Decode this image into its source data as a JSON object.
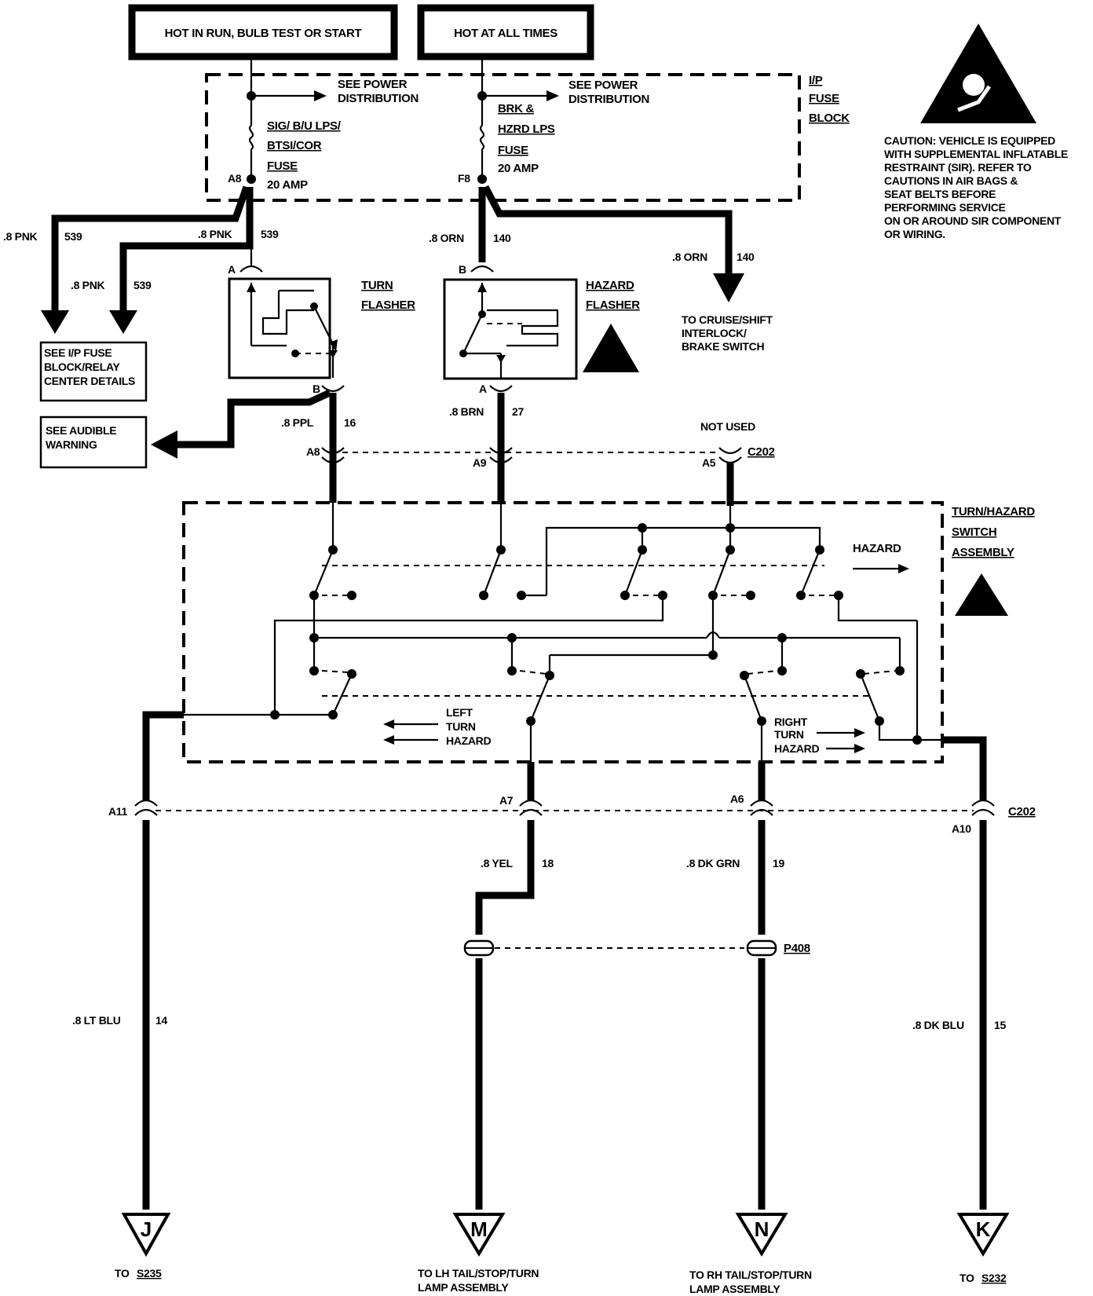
{
  "power": {
    "run_label": "HOT IN RUN, BULB TEST OR START",
    "all_times_label": "HOT AT ALL TIMES"
  },
  "fuse_block": {
    "title_1": "I/P",
    "title_2": "FUSE",
    "title_3": "BLOCK",
    "see_power_1a": "SEE POWER",
    "see_power_1b": "DISTRIBUTION",
    "see_power_2a": "SEE POWER",
    "see_power_2b": "DISTRIBUTION",
    "fuse1_name_1": "SIG/ B/U LPS/",
    "fuse1_name_2": "BTSI/COR",
    "fuse1_word": "FUSE",
    "fuse1_amp": "20 AMP",
    "fuse1_pin": "A8",
    "fuse2_name_1": "BRK &",
    "fuse2_name_2": "HZRD LPS",
    "fuse2_word": "FUSE",
    "fuse2_amp": "20 AMP",
    "fuse2_pin": "F8"
  },
  "caution": {
    "line1": "CAUTION: VEHICLE IS EQUIPPED",
    "line2": "WITH SUPPLEMENTAL INFLATABLE",
    "line3": "RESTRAINT (SIR). REFER TO",
    "line4": "CAUTIONS IN AIR BAGS &",
    "line5": "SEAT BELTS BEFORE",
    "line6": "PERFORMING SERVICE",
    "line7": "ON OR AROUND SIR COMPONENT",
    "line8": "OR WIRING."
  },
  "wires": {
    "pnk_left": ".8 PNK",
    "pnk_left_num": "539",
    "pnk_mid": ".8 PNK",
    "pnk_mid_num": "539",
    "pnk_lower": ".8 PNK",
    "pnk_lower_num": "539",
    "orn_a": ".8 ORN",
    "orn_a_num": "140",
    "orn_b": ".8 ORN",
    "orn_b_num": "140",
    "ppl": ".8 PPL",
    "ppl_num": "16",
    "brn": ".8 BRN",
    "brn_num": "27",
    "lt_blu": ".8 LT BLU",
    "lt_blu_num": "14",
    "yel": ".8 YEL",
    "yel_num": "18",
    "dk_grn": ".8 DK GRN",
    "dk_grn_num": "19",
    "dk_blu": ".8 DK BLU",
    "dk_blu_num": "15"
  },
  "components": {
    "turn_flasher_1": "TURN",
    "turn_flasher_2": "FLASHER",
    "hazard_flasher_1": "HAZARD",
    "hazard_flasher_2": "FLASHER",
    "pin_A": "A",
    "pin_B": "B",
    "pin_B2": "B",
    "pin_A2": "A",
    "cruise_1": "TO CRUISE/SHIFT",
    "cruise_2": "INTERLOCK/",
    "cruise_3": "BRAKE SWITCH",
    "fuse_details_1": "SEE I/P FUSE",
    "fuse_details_2": "BLOCK/RELAY",
    "fuse_details_3": "CENTER DETAILS",
    "audible_1": "SEE AUDIBLE",
    "audible_2": "WARNING"
  },
  "connector": {
    "name_top": "C202",
    "name_bottom": "C202",
    "not_used": "NOT USED",
    "pin_a8": "A8",
    "pin_a9": "A9",
    "pin_a5": "A5",
    "pin_a11": "A11",
    "pin_a7": "A7",
    "pin_a6": "A6",
    "pin_a10": "A10",
    "p408": "P408"
  },
  "switch": {
    "title_1": "TURN/HAZARD",
    "title_2": "SWITCH",
    "title_3": "ASSEMBLY",
    "hazard": "HAZARD",
    "left_1": "LEFT",
    "left_2": "TURN",
    "left_3": "HAZARD",
    "right_1": "RIGHT",
    "right_2": "TURN",
    "right_3": "HAZARD"
  },
  "destinations": {
    "j_letter": "J",
    "j_to": "TO",
    "j_splice": "S235",
    "m_letter": "M",
    "m_1": "TO LH TAIL/STOP/TURN",
    "m_2": "LAMP ASSEMBLY",
    "n_letter": "N",
    "n_1": "TO RH TAIL/STOP/TURN",
    "n_2": "LAMP ASSEMBLY",
    "k_letter": "K",
    "k_to": "TO",
    "k_splice": "S232"
  }
}
